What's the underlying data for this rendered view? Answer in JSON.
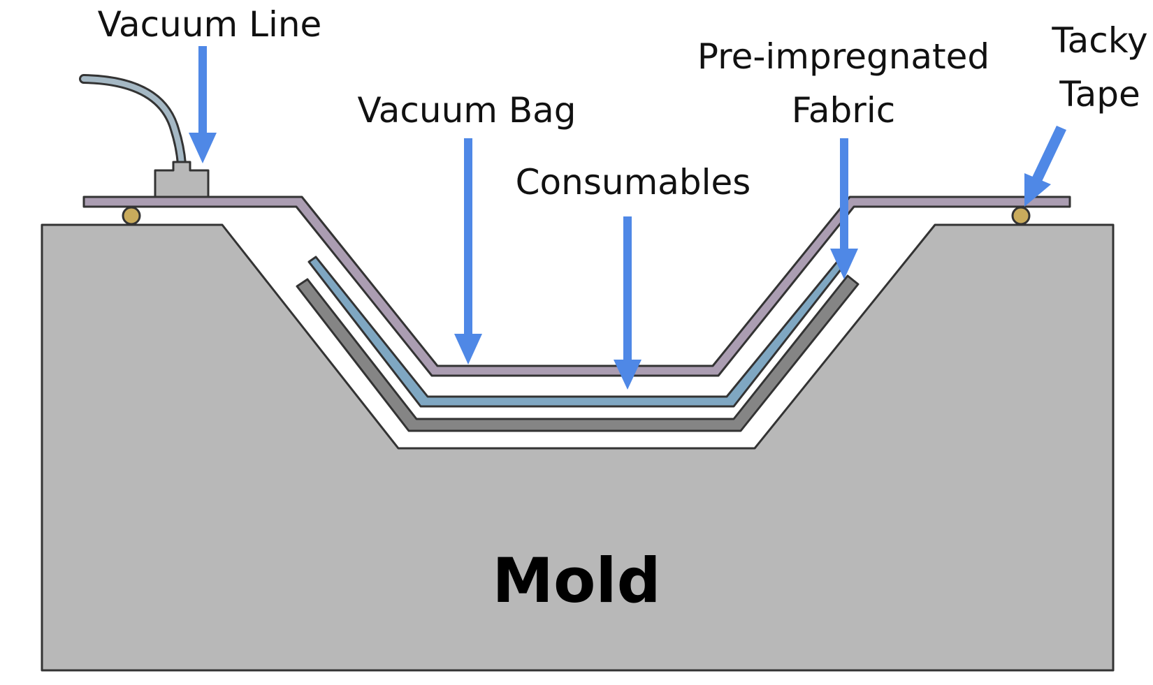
{
  "diagram": {
    "title": "Vacuum bagging layup over a mold",
    "labels": {
      "vacuum_line": "Vacuum Line",
      "vacuum_bag": "Vacuum Bag",
      "consumables": "Consumables",
      "prepreg_line1": "Pre-impregnated",
      "prepreg_line2": "Fabric",
      "tacky_line1": "Tacky",
      "tacky_line2": "Tape",
      "mold": "Mold"
    },
    "colors": {
      "mold": "#b8b8b8",
      "outline": "#333333",
      "vacuum_bag": "#ab9db2",
      "consumables": "#7fa7c2",
      "fabric": "#858585",
      "tacky_tape": "#c9ab5c",
      "vacuum_hose": "#a5b8c4",
      "vacuum_port": "#b8b8b8",
      "arrow": "#4f88e6",
      "text": "#111111"
    }
  }
}
